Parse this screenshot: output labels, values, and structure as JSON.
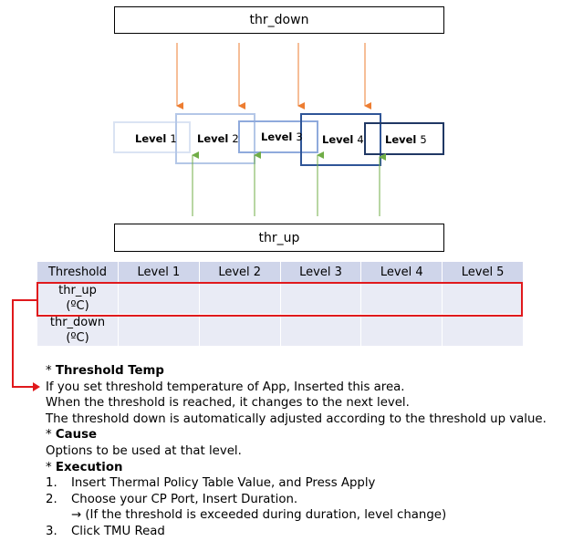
{
  "diagram": {
    "thr_down_label": "thr_down",
    "thr_up_label": "thr_up",
    "down_arrow_color": "#ed7d31",
    "up_arrow_color": "#70ad47",
    "levels": [
      {
        "word": "Level",
        "num": "1",
        "border_color": "#dae3f3"
      },
      {
        "word": "Level",
        "num": "2",
        "border_color": "#b4c7e7"
      },
      {
        "word": "Level",
        "num": "3",
        "border_color": "#8faadc"
      },
      {
        "word": "Level",
        "num": "4",
        "border_color": "#2f5597"
      },
      {
        "word": "Level",
        "num": "5",
        "border_color": "#203864"
      }
    ]
  },
  "table": {
    "headers": [
      "Threshold",
      "Level 1",
      "Level 2",
      "Level 3",
      "Level 4",
      "Level 5"
    ],
    "rows": [
      {
        "label": "thr_up",
        "unit": "(ºC)"
      },
      {
        "label": "thr_down",
        "unit": "(ºC)"
      }
    ],
    "highlight_color": "#e0191c"
  },
  "notes": {
    "threshold_temp": {
      "prefix": "* ",
      "title": "Threshold Temp",
      "lines": [
        "If you set threshold temperature of App, Inserted this area.",
        "When the threshold is reached, it changes to the next level.",
        "The threshold down is automatically adjusted according to the threshold up value."
      ]
    },
    "cause": {
      "prefix": "* ",
      "title": "Cause",
      "lines": [
        "Options to be used at that level."
      ]
    },
    "execution": {
      "prefix": "* ",
      "title": "Execution",
      "steps": [
        {
          "num": "1.",
          "text": "Insert Thermal Policy Table Value, and Press Apply"
        },
        {
          "num": "2.",
          "text": "Choose your CP Port, Insert Duration.",
          "sub": "→ (If the threshold is exceeded during duration, level change)"
        },
        {
          "num": "3.",
          "text": "Click TMU Read"
        }
      ]
    }
  }
}
